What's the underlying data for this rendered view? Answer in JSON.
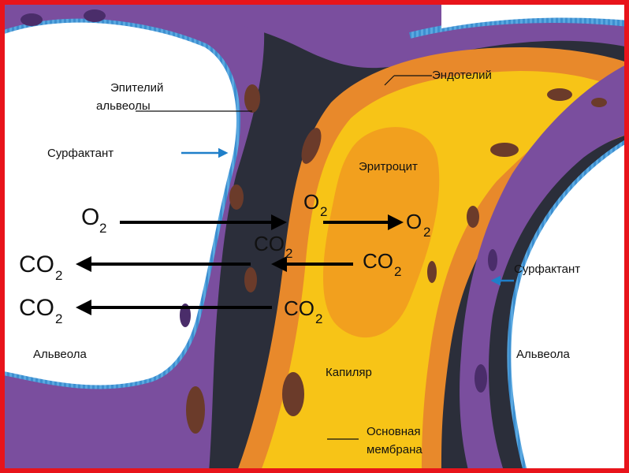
{
  "colors": {
    "frame": "#e8141b",
    "interstitium": "#2b2e3a",
    "epithelium": "#7a4e9e",
    "surfactant": "#3d8fd0",
    "endothelium": "#e8892b",
    "capillary": "#f7c417",
    "erythrocyte": "#f2a01e",
    "nucleus": "#6b3b2a",
    "arrow_surfactant": "#1f7fc9"
  },
  "labels": {
    "epithelium_line1": "Эпителий",
    "epithelium_line2": "альвеолы",
    "surfactant_left": "Сурфактант",
    "surfactant_right": "Сурфактант",
    "endothelium": "Эндотелий",
    "erythrocyte": "Эритроцит",
    "alveola_left": "Альвеола",
    "alveola_right": "Альвеола",
    "capillary": "Капиляр",
    "membrane_line1": "Основная",
    "membrane_line2": "мембрана"
  },
  "gases": {
    "o2_base": "O",
    "o2_sub": "2",
    "co2_base": "CO",
    "co2_sub": "2"
  }
}
